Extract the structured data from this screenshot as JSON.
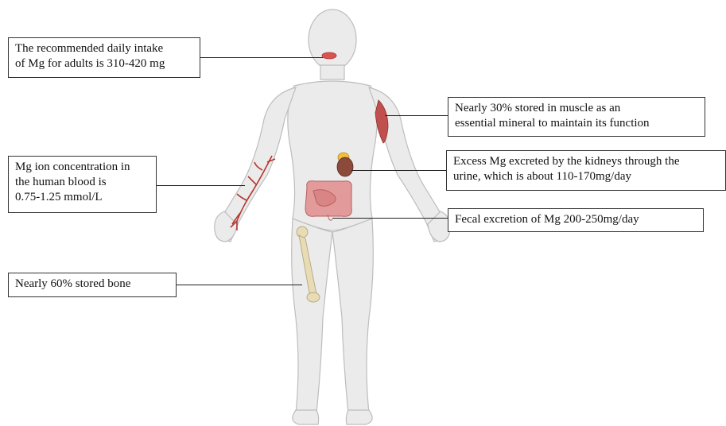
{
  "labels": {
    "intake": [
      "The recommended daily intake",
      "of Mg for adults is 310-420 mg"
    ],
    "muscle": [
      "Nearly 30% stored in muscle as an",
      "essential mineral to maintain its function"
    ],
    "blood": [
      "Mg ion concentration in",
      "the human blood is",
      "0.75-1.25 mmol/L"
    ],
    "kidney": [
      "Excess Mg excreted by the kidneys through the",
      "urine, which is about 110-170mg/day"
    ],
    "fecal": [
      "Fecal excretion of Mg 200-250mg/day"
    ],
    "bone": [
      "Nearly 60% stored bone"
    ]
  },
  "colors": {
    "body": "#ebebeb",
    "body_outline": "#b8b8b8",
    "muscle": "#c0504d",
    "artery": "#b5362f",
    "kidney": "#8b4a3a",
    "intestine": "#e39a9a",
    "bone": "#e8dcb6",
    "lips": "#d9534f"
  }
}
